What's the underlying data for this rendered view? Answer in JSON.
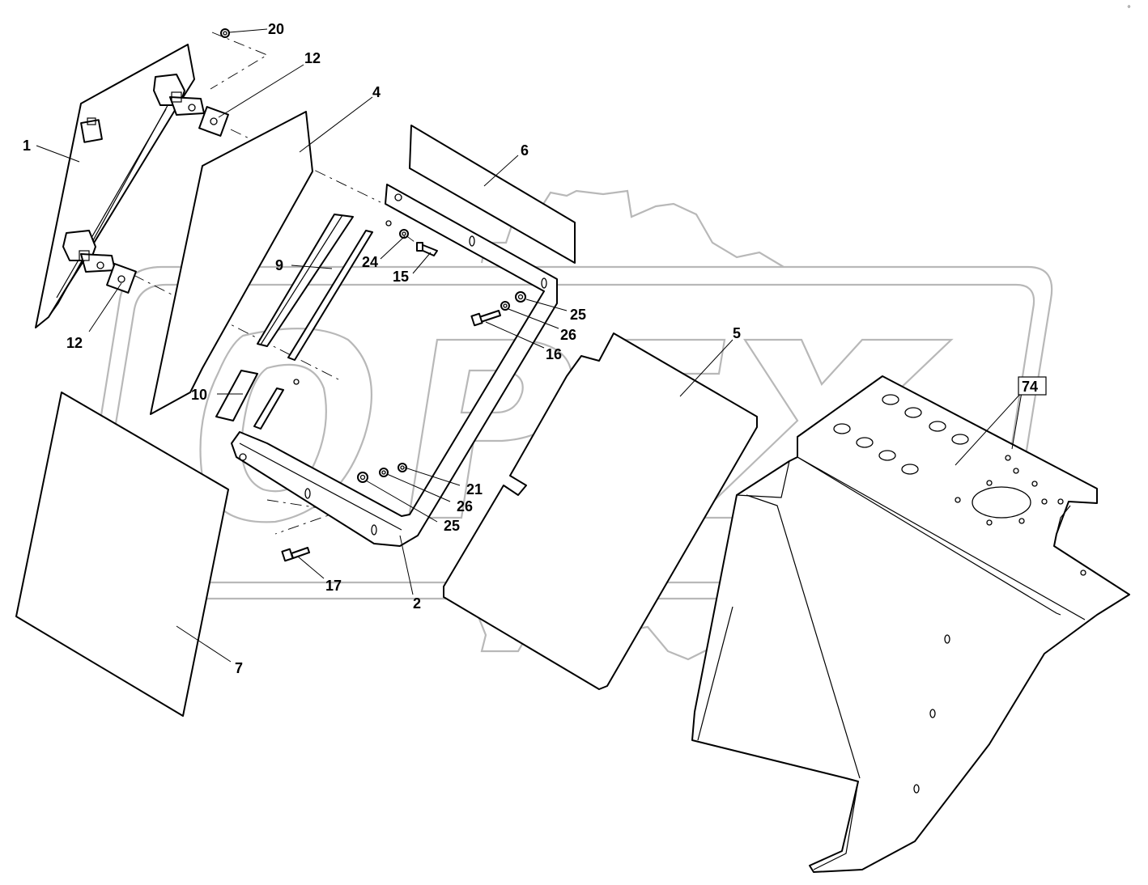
{
  "diagram": {
    "corner_mark": "°",
    "callouts": [
      {
        "id": "c20",
        "label": "20"
      },
      {
        "id": "c12a",
        "label": "12"
      },
      {
        "id": "c4",
        "label": "4"
      },
      {
        "id": "c1",
        "label": "1"
      },
      {
        "id": "c6",
        "label": "6"
      },
      {
        "id": "c9",
        "label": "9"
      },
      {
        "id": "c24",
        "label": "24"
      },
      {
        "id": "c15",
        "label": "15"
      },
      {
        "id": "c25a",
        "label": "25"
      },
      {
        "id": "c26a",
        "label": "26"
      },
      {
        "id": "c16",
        "label": "16"
      },
      {
        "id": "c12b",
        "label": "12"
      },
      {
        "id": "c5",
        "label": "5"
      },
      {
        "id": "c10",
        "label": "10"
      },
      {
        "id": "c74",
        "label": "74"
      },
      {
        "id": "c21",
        "label": "21"
      },
      {
        "id": "c26b",
        "label": "26"
      },
      {
        "id": "c25b",
        "label": "25"
      },
      {
        "id": "c17",
        "label": "17"
      },
      {
        "id": "c2",
        "label": "2"
      },
      {
        "id": "c7",
        "label": "7"
      }
    ],
    "parts": [
      {
        "id": "cover-panel",
        "ref": "1"
      },
      {
        "id": "side-bracket",
        "ref": "2"
      },
      {
        "id": "side-plate",
        "ref": "4"
      },
      {
        "id": "insulation-panel",
        "ref": "5"
      },
      {
        "id": "top-strip",
        "ref": "6"
      },
      {
        "id": "bottom-sheet",
        "ref": "7"
      },
      {
        "id": "seal-strip-long",
        "ref": "9"
      },
      {
        "id": "seal-strip-short",
        "ref": "10"
      },
      {
        "id": "cab-frame",
        "ref": "74"
      }
    ]
  }
}
